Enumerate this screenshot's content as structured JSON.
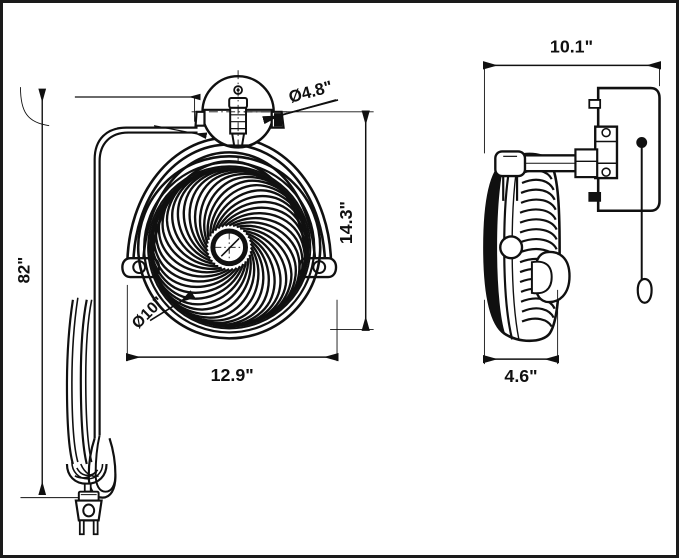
{
  "drawing": {
    "title": "Wall mount fan dimensional drawing",
    "background_color": "#ffffff",
    "line_color": "#101010",
    "border_color": "#1a1a1a",
    "views": [
      {
        "name": "front-view",
        "label": ""
      },
      {
        "name": "side-view",
        "label": ""
      }
    ]
  },
  "dimensions": {
    "front_width": "12.9\"",
    "front_height": "14.3\"",
    "mount_plate_diameter": "Ø4.8\"",
    "blade_diameter": "Ø10\"",
    "cord_length": "82\"",
    "side_depth_total": "10.1\"",
    "fan_depth": "4.6\""
  },
  "parts": {
    "power_plug": "two-prong-plug",
    "power_cord": "coiled-power-cord",
    "fan_grille": "spiral-grille",
    "fan_hub": "center-hub",
    "wall_bracket": "wall-mount-bracket",
    "support_arm": "swing-arm",
    "pull_chain": "pull-chain"
  }
}
